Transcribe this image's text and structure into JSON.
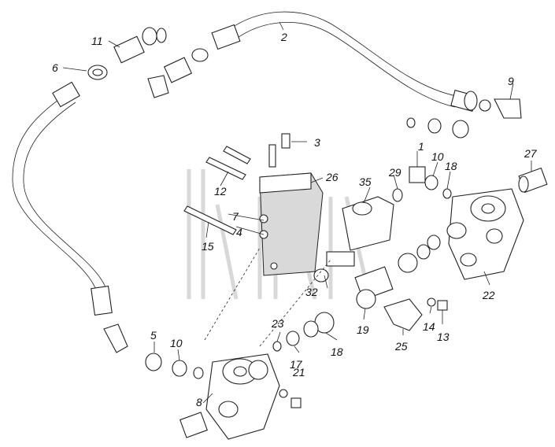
{
  "callouts": [
    {
      "id": "c1",
      "text": "1"
    },
    {
      "id": "c2",
      "text": "2"
    },
    {
      "id": "c3",
      "text": "3"
    },
    {
      "id": "c4",
      "text": "4"
    },
    {
      "id": "c5",
      "text": "5"
    },
    {
      "id": "c6",
      "text": "6"
    },
    {
      "id": "c7",
      "text": "7"
    },
    {
      "id": "c8",
      "text": "8"
    },
    {
      "id": "c9",
      "text": "9"
    },
    {
      "id": "c10a",
      "text": "10"
    },
    {
      "id": "c10b",
      "text": "10"
    },
    {
      "id": "c11",
      "text": "11"
    },
    {
      "id": "c12",
      "text": "12"
    },
    {
      "id": "c13",
      "text": "13"
    },
    {
      "id": "c14",
      "text": "14"
    },
    {
      "id": "c15",
      "text": "15"
    },
    {
      "id": "c17",
      "text": "17"
    },
    {
      "id": "c18a",
      "text": "18"
    },
    {
      "id": "c18b",
      "text": "18"
    },
    {
      "id": "c19",
      "text": "19"
    },
    {
      "id": "c21",
      "text": "21"
    },
    {
      "id": "c22",
      "text": "22"
    },
    {
      "id": "c23",
      "text": "23"
    },
    {
      "id": "c25",
      "text": "25"
    },
    {
      "id": "c26",
      "text": "26"
    },
    {
      "id": "c27",
      "text": "27"
    },
    {
      "id": "c29",
      "text": "29"
    },
    {
      "id": "c32",
      "text": "32"
    },
    {
      "id": "c35",
      "text": "35"
    }
  ]
}
